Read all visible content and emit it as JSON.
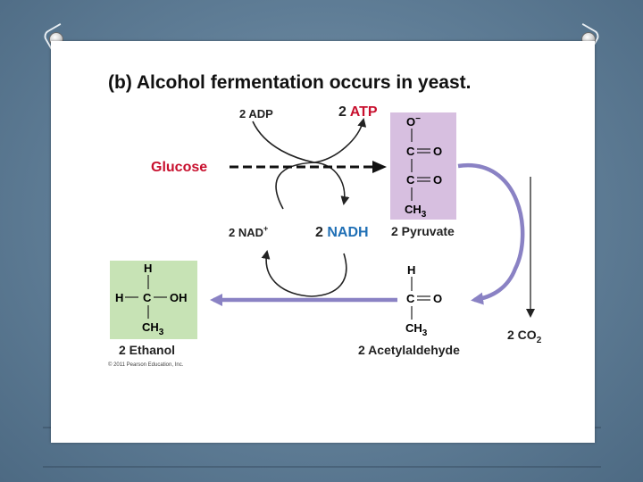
{
  "title": "(b) Alcohol fermentation occurs in yeast.",
  "glucose": "Glucose",
  "adp": {
    "count": "2",
    "label": "ADP"
  },
  "atp": {
    "count": "2",
    "label": "ATP"
  },
  "nad": {
    "count": "2",
    "label": "NAD",
    "sup": "+"
  },
  "nadh": {
    "count": "2",
    "label": "NADH"
  },
  "pyruvate": {
    "name": "2 Pyruvate",
    "o_minus": "O",
    "o_sup": "−",
    "c": "C",
    "o": "O",
    "ch": "CH",
    "sub3": "3"
  },
  "ethanol": {
    "name": "2 Ethanol",
    "h": "H",
    "c": "C",
    "oh": "OH",
    "ch": "CH",
    "sub3": "3"
  },
  "acetaldehyde": {
    "name": "2 Acetylaldehyde",
    "h": "H",
    "c": "C",
    "o": "O",
    "ch": "CH",
    "sub3": "3"
  },
  "co2": {
    "prefix": "2 CO",
    "sub": "2"
  },
  "copyright": "© 2011 Pearson Education, Inc.",
  "colors": {
    "red": "#c8102e",
    "blue": "#1f6fb5",
    "purple_box": "#d7bfe0",
    "green_box": "#c7e3b5",
    "arrow_purple": "#8a82c4"
  }
}
